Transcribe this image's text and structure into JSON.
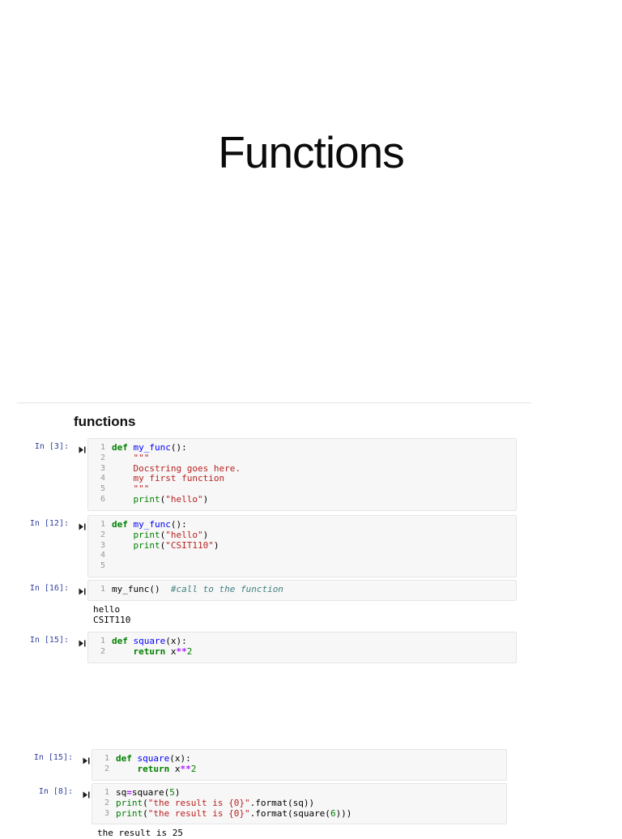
{
  "page": {
    "title": "Functions"
  },
  "notebook": {
    "heading": "functions",
    "cells": {
      "cell_in3": {
        "prompt": "In [3]:",
        "lines": [
          [
            [
              "kw",
              "def"
            ],
            [
              "pl",
              " "
            ],
            [
              "fn",
              "my_func"
            ],
            [
              "pl",
              "():"
            ]
          ],
          [
            [
              "pl",
              "    "
            ],
            [
              "st",
              "\"\"\""
            ]
          ],
          [
            [
              "pl",
              "    "
            ],
            [
              "st",
              "Docstring goes here."
            ]
          ],
          [
            [
              "pl",
              "    "
            ],
            [
              "st",
              "my first function"
            ]
          ],
          [
            [
              "pl",
              "    "
            ],
            [
              "st",
              "\"\"\""
            ]
          ],
          [
            [
              "pl",
              "    "
            ],
            [
              "bi",
              "print"
            ],
            [
              "pl",
              "("
            ],
            [
              "st",
              "\"hello\""
            ],
            [
              "pl",
              ")"
            ]
          ]
        ],
        "output": ""
      },
      "cell_in12": {
        "prompt": "In [12]:",
        "lines": [
          [
            [
              "kw",
              "def"
            ],
            [
              "pl",
              " "
            ],
            [
              "fn",
              "my_func"
            ],
            [
              "pl",
              "():"
            ]
          ],
          [
            [
              "pl",
              "    "
            ],
            [
              "bi",
              "print"
            ],
            [
              "pl",
              "("
            ],
            [
              "st",
              "\"hello\""
            ],
            [
              "pl",
              ")"
            ]
          ],
          [
            [
              "pl",
              "    "
            ],
            [
              "bi",
              "print"
            ],
            [
              "pl",
              "("
            ],
            [
              "st",
              "\"CSIT110\""
            ],
            [
              "pl",
              ")"
            ]
          ],
          [],
          []
        ],
        "output": ""
      },
      "cell_in16": {
        "prompt": "In [16]:",
        "lines": [
          [
            [
              "pl",
              "my_func()  "
            ],
            [
              "cm",
              "#call to the function"
            ]
          ]
        ],
        "output": "hello\nCSIT110"
      },
      "cell_in15a": {
        "prompt": "In [15]:",
        "lines": [
          [
            [
              "kw",
              "def"
            ],
            [
              "pl",
              " "
            ],
            [
              "fn",
              "square"
            ],
            [
              "pl",
              "(x):"
            ]
          ],
          [
            [
              "pl",
              "    "
            ],
            [
              "kw",
              "return"
            ],
            [
              "pl",
              " x"
            ],
            [
              "op",
              "**"
            ],
            [
              "nu",
              "2"
            ]
          ]
        ],
        "output": ""
      },
      "cell_in15b": {
        "prompt": "In [15]:",
        "lines": [
          [
            [
              "kw",
              "def"
            ],
            [
              "pl",
              " "
            ],
            [
              "fn",
              "square"
            ],
            [
              "pl",
              "(x):"
            ]
          ],
          [
            [
              "pl",
              "    "
            ],
            [
              "kw",
              "return"
            ],
            [
              "pl",
              " x"
            ],
            [
              "op",
              "**"
            ],
            [
              "nu",
              "2"
            ]
          ]
        ],
        "output": ""
      },
      "cell_in8": {
        "prompt": "In [8]:",
        "lines": [
          [
            [
              "pl",
              "sq"
            ],
            [
              "op",
              "="
            ],
            [
              "pl",
              "square("
            ],
            [
              "nu",
              "5"
            ],
            [
              "pl",
              ")"
            ]
          ],
          [
            [
              "bi",
              "print"
            ],
            [
              "pl",
              "("
            ],
            [
              "st",
              "\"the result is {0}\""
            ],
            [
              "pl",
              ".format(sq))"
            ]
          ],
          [
            [
              "bi",
              "print"
            ],
            [
              "pl",
              "("
            ],
            [
              "st",
              "\"the result is {0}\""
            ],
            [
              "pl",
              ".format(square("
            ],
            [
              "nu",
              "6"
            ],
            [
              "pl",
              ")))"
            ]
          ]
        ],
        "output": "the result is 25"
      }
    }
  },
  "colors": {
    "prompt": "#303F9F",
    "keyword": "#008000",
    "function_name": "#0000FF",
    "builtin": "#008000",
    "string": "#BA2121",
    "comment": "#408080",
    "operator": "#AA22FF",
    "number": "#008000",
    "line_number": "#999999",
    "cell_background": "#F7F7F7",
    "cell_border": "#E5E5E5"
  }
}
